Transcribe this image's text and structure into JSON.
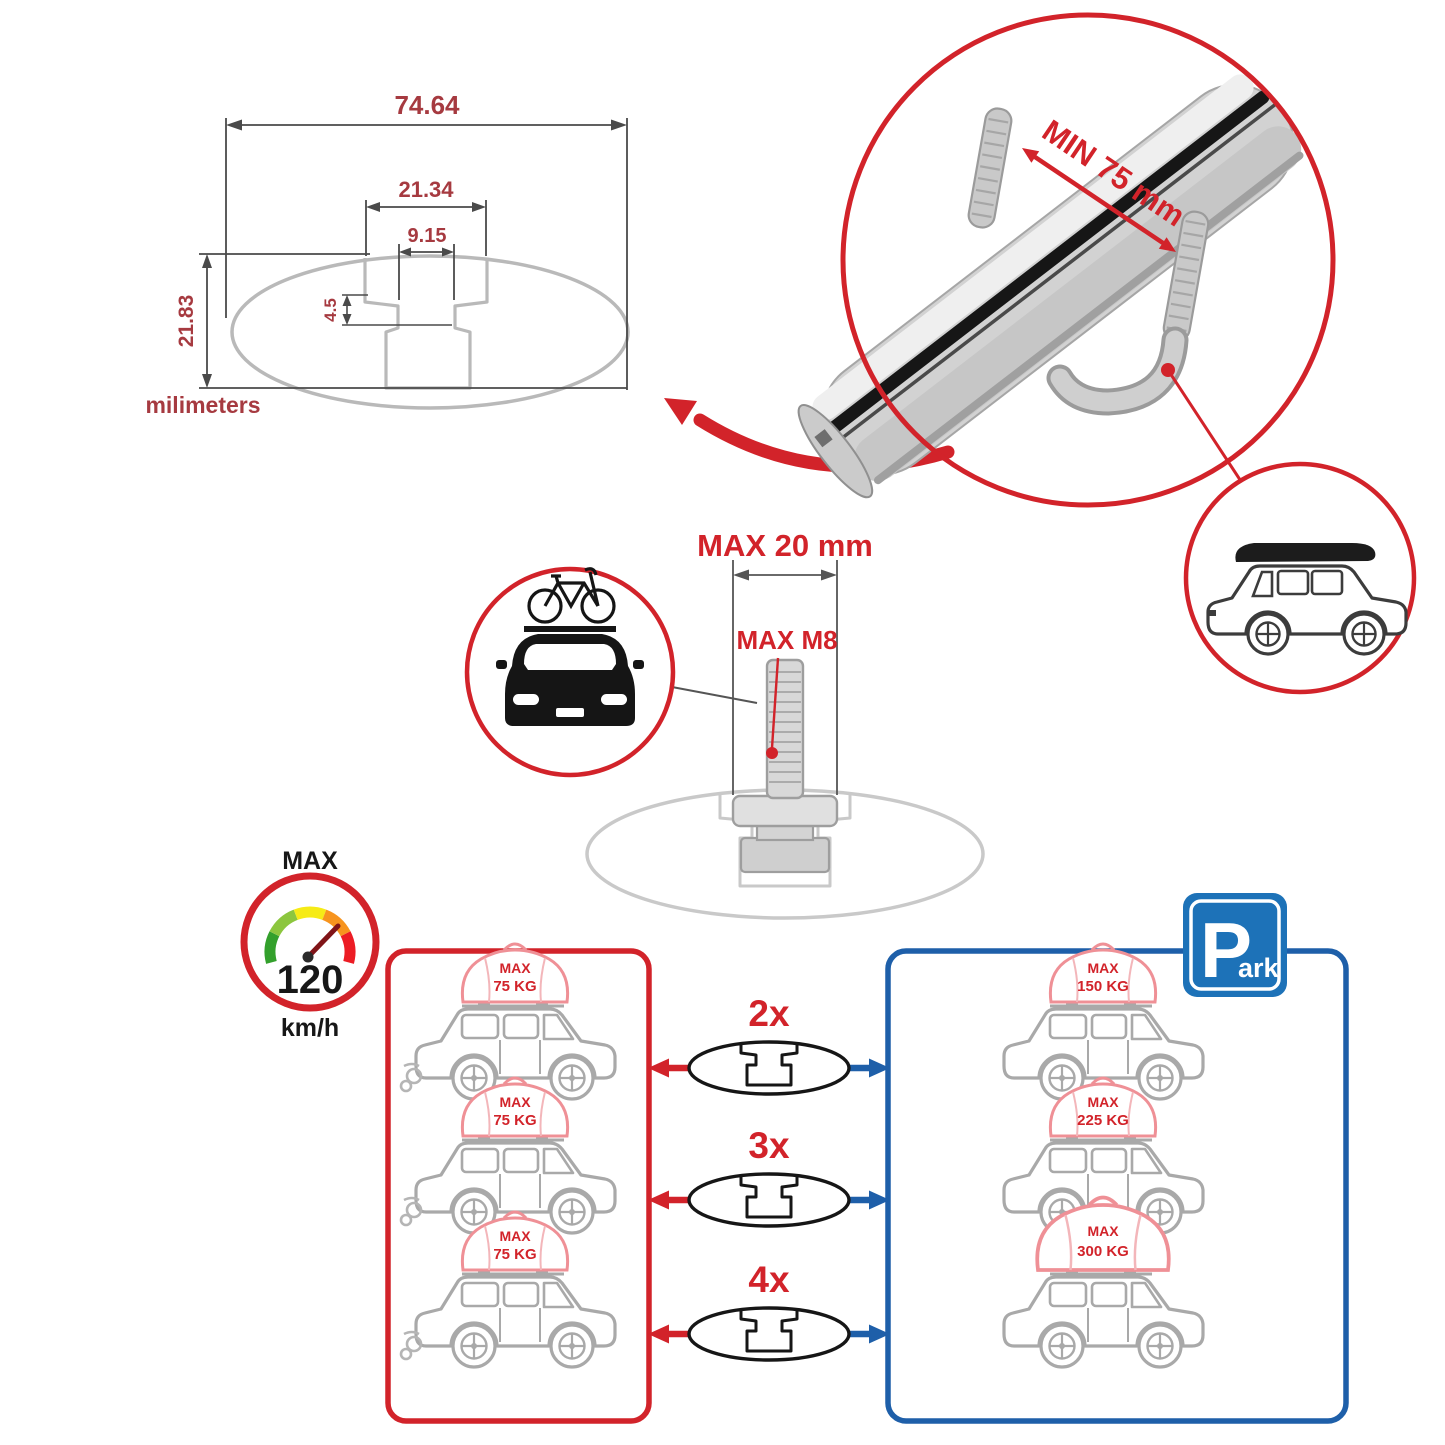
{
  "colors": {
    "accent_red": "#d2232a",
    "accent_blue": "#1e5fa9",
    "park_sign_blue": "#1d72b8",
    "dimension_text_red": "#a63a40",
    "line_art_gray": "#a9a9a9",
    "profile_gray": "#c9c9c9"
  },
  "cross_section": {
    "total_width": "74.64",
    "slot_outer": "21.34",
    "slot_inner": "9.15",
    "lip_depth": "4.5",
    "total_height": "21.83",
    "units_label": "milimeters"
  },
  "clamp": {
    "min_label": "MIN 75 mm"
  },
  "bolt": {
    "max_width_label": "MAX 20 mm",
    "max_size_label": "MAX M8"
  },
  "speed": {
    "label": "MAX",
    "value": "120",
    "unit": "km/h"
  },
  "left_panel": {
    "cars": [
      {
        "load_label": "MAX",
        "load_weight": "75 KG"
      },
      {
        "load_label": "MAX",
        "load_weight": "75 KG"
      },
      {
        "load_label": "MAX",
        "load_weight": "75 KG"
      }
    ]
  },
  "counts": [
    {
      "label": "2x"
    },
    {
      "label": "3x"
    },
    {
      "label": "4x"
    }
  ],
  "right_panel": {
    "cars": [
      {
        "load_label": "MAX",
        "load_weight": "150 KG"
      },
      {
        "load_label": "MAX",
        "load_weight": "225 KG"
      },
      {
        "load_label": "MAX",
        "load_weight": "300 KG"
      }
    ]
  },
  "park": {
    "letter": "P",
    "suffix": "ark"
  }
}
